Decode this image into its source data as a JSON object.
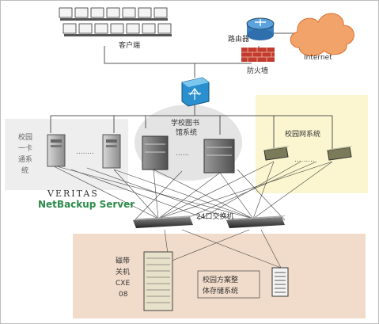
{
  "labels": {
    "clients": "客户端",
    "router": "路由器",
    "internet": "Internet",
    "firewall": "防火墙",
    "campus_card": [
      "校园",
      "一卡",
      "通系",
      "统"
    ],
    "library": [
      "学校图书",
      "馆系统"
    ],
    "campus_net": "校园网系统",
    "brand_line1": "VERITAS",
    "brand_line2": "NetBackup Server",
    "switch24": "24口交换机",
    "backup_media": [
      "磁带",
      "关机",
      "CXE",
      "08"
    ],
    "storage": [
      "校园方案整",
      "体存储系统"
    ]
  },
  "colors": {
    "zone_left": "#eeeeee",
    "zone_library": "#e4e4e4",
    "zone_campus_net": "#fbf6cf",
    "zone_storage": "#f1dccb",
    "brand_green": "#2c8a4a"
  },
  "icons": [
    "computer-icon",
    "router-icon",
    "cloud-icon",
    "firewall-icon",
    "core-switch-icon",
    "server-tower-icon",
    "server-rack-icon",
    "network-switch-icon",
    "storage-array-icon",
    "tape-library-icon"
  ]
}
